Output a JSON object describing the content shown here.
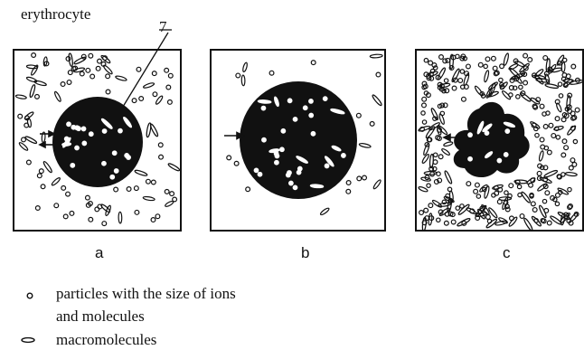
{
  "header_label": "erythrocyte",
  "callout_number": "7",
  "panels": [
    {
      "id": "a",
      "label": "a"
    },
    {
      "id": "b",
      "label": "b"
    },
    {
      "id": "c",
      "label": "c"
    }
  ],
  "legend": {
    "small_particles": "particles with the size of ions",
    "small_particles_line2": "and molecules",
    "macromolecules": "macromolecules"
  },
  "colors": {
    "ink": "#111111",
    "background": "#ffffff"
  }
}
